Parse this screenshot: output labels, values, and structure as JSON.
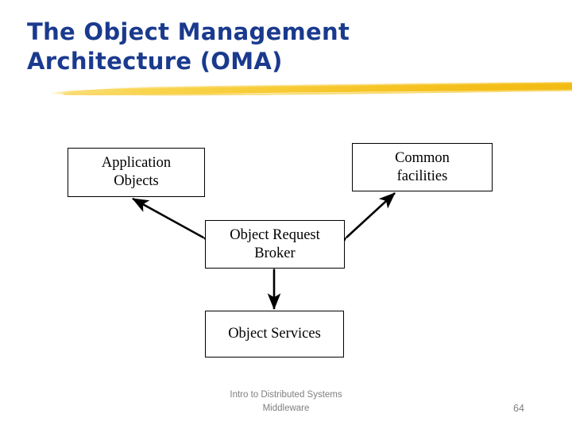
{
  "slide": {
    "title": "The Object Management\nArchitecture (OMA)",
    "title_color": "#1a3a8e",
    "accent_color": "#f5c21b",
    "background_color": "#ffffff"
  },
  "diagram": {
    "nodes": [
      {
        "id": "application-objects",
        "label": "Application\nObjects"
      },
      {
        "id": "common-facilities",
        "label": "Common\nfacilities"
      },
      {
        "id": "object-request-broker",
        "label": "Object Request\nBroker"
      },
      {
        "id": "object-services",
        "label": "Object Services"
      }
    ],
    "connectors": [
      {
        "from": "object-request-broker",
        "to": "application-objects",
        "style": "double-arrow",
        "orientation": "diagonal"
      },
      {
        "from": "object-request-broker",
        "to": "common-facilities",
        "style": "double-arrow",
        "orientation": "diagonal"
      },
      {
        "from": "object-request-broker",
        "to": "object-services",
        "style": "double-arrow",
        "orientation": "vertical"
      }
    ]
  },
  "footer": {
    "text": "Intro to Distributed Systems\nMiddleware",
    "page_number": "64",
    "color": "#7f7f7f"
  }
}
